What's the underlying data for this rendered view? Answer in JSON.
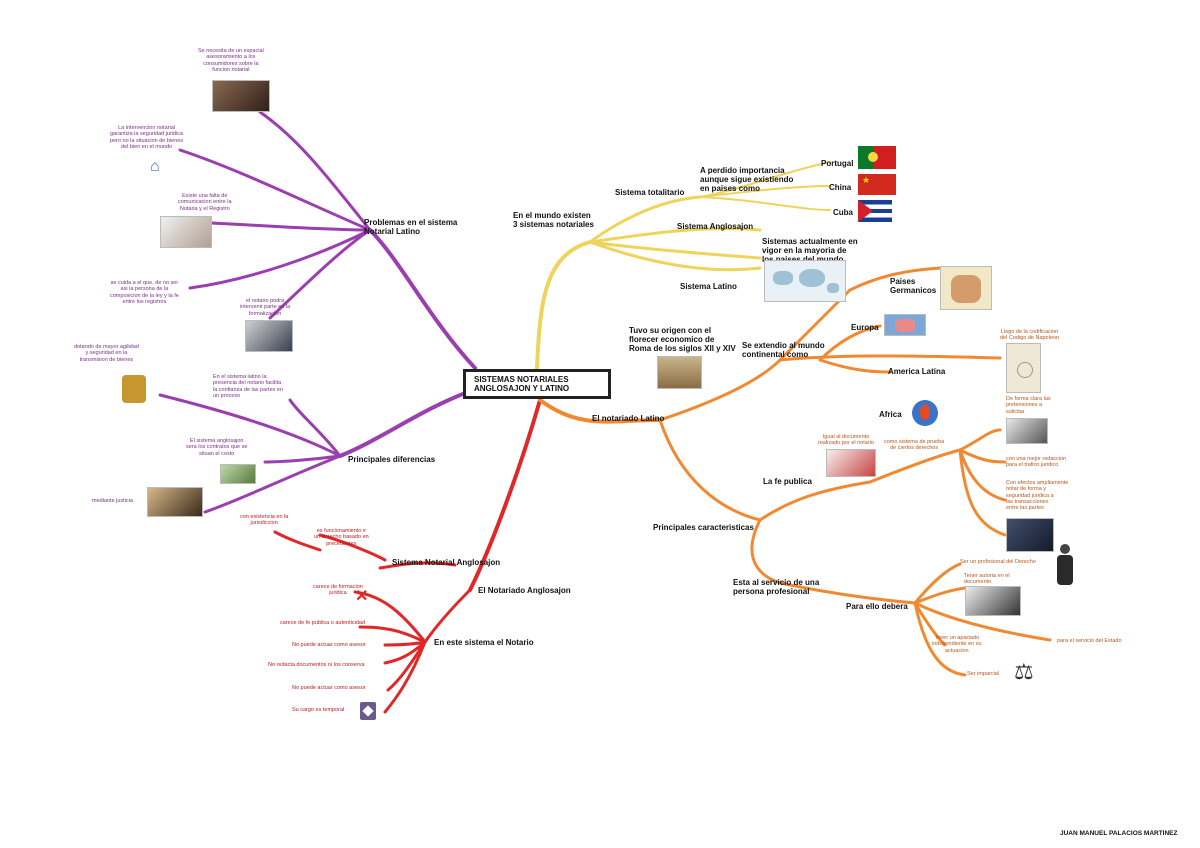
{
  "center": {
    "title": "SISTEMAS NOTARIALES\nANGLOSAJON Y LATINO"
  },
  "colors": {
    "purple": "#9b3fb0",
    "yellow": "#eed45a",
    "orange": "#f08a32",
    "red": "#e02828"
  },
  "yellow_branch": {
    "root": "En el mundo existen\n3 sistemas notariales",
    "totalitario": "Sistema totalitario",
    "perdido": "A perdido importancia\naunque sigue existiendo\nen paises como",
    "portugal": "Portugal",
    "china": "China",
    "cuba": "Cuba",
    "anglosajon": "Sistema Anglosajon",
    "vigor": "Sistemas actualmente en\nvigor en la mayoria de\nlos paises del mundo",
    "latino": "Sistema Latino"
  },
  "orange_branch": {
    "root": "El notariado Latino",
    "origen": "Tuvo su origen con el\nflorecer economico de\nRoma de los siglos XII y XIV",
    "extendio": "Se extendio al mundo\ncontinental como",
    "germanicos": "Paises\nGermanicos",
    "europa": "Europa",
    "america": "America Latina",
    "africa": "Africa",
    "codificacion": "Llego de la codificacion\ndel Codigo de Napoleon",
    "caracteristicas": "Principales caracteristicas",
    "fe": "La fe publica",
    "igual_documento": "Igual al documento\nrealizado por el notario",
    "sistema_prueba": "como sistema de prueba\nde ciertos derechos",
    "forma_clara": "De forma clara las\npretensiones a\nsolicitar",
    "mejor_redaccion": "con una mejor redaccion\npara el trafico juridico",
    "efectos": "Con efectos ampliamente\nnotar de forma y\nseguridad juridica a\nlas transacciones\nentre las partes",
    "servicio": "Esta al servicio de una\npersona profesional",
    "debera": "Para ello debera",
    "licenciado": "Ser un profesional del Derecho",
    "autoria": "Tener autoria en el\ndocumento",
    "apartado": "Tener un apartado\nindependiente en su\nactuacion",
    "servicio_estado": "para el servicio del Estado",
    "imparcial": "Ser imparcial"
  },
  "purple_branch": {
    "problemas": "Problemas en el sistema\nNotarial Latino",
    "p1": "Se necesita de un espacial\nasesoramiento a los\nconsumidores sobre la\nfuncion notarial",
    "p2": "La intervencion notarial\ngarantiza la seguridad juridica\npero no la situacion de bienes\ndel bien en el mundo",
    "p3": "Existe una falta de\ncomunicacion entre la\nNotaria y el Registro",
    "p4": "se cuida a el que, de no ser\nasi la persona de la\ncomposicion de la ley y la fe\nentre los registros",
    "p5": "el notario podra\nintervenir parte en la\nformalizacion",
    "diferencias": "Principales diferencias",
    "d1": "dotando de mayor agilidad\ny seguridad en la\ntransmision de bienes",
    "d2": "En el sistema latino la\npresencia del notario facilita\nla confianza de las partes en\nun proceso",
    "d3": "El sistema anglosajon\nsera los contratos que se\nsituan el costo",
    "d4": "mediante justicia"
  },
  "red_branch": {
    "sistema_notarial": "Sistema Notarial Anglosajon",
    "notariado": "El Notariado Anglosajon",
    "n1": "con existencia en la\njurisdiccion",
    "n2": "es funcionamiento e\nun derecho basado en\nprecedentes",
    "este_sistema": "En este sistema el Notario",
    "r1": "carece de formacion\njuridica",
    "r2": "carece de fe publica o autenticidad",
    "r3": "No puede actuar como asesor",
    "r4": "No redacta documentos ni los conserva",
    "r5": "No puede actuar como asesor",
    "r6": "Su cargo es temporal"
  },
  "author": "JUAN MANUEL PALACIOS MARTINEZ",
  "icons": [
    "x-mark-icon",
    "badge-icon",
    "scales-icon",
    "globe-icon"
  ]
}
